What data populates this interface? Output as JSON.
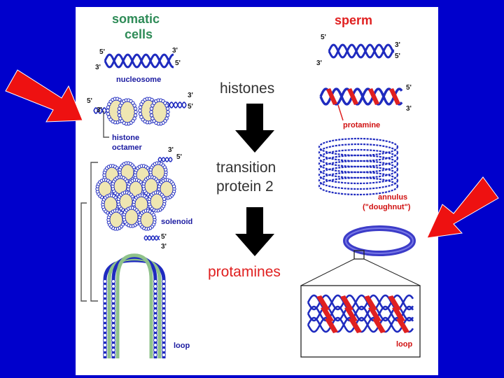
{
  "colors": {
    "background": "#0000cc",
    "panel": "#ffffff",
    "dna": "#1f2bbf",
    "protamine": "#e02020",
    "histone": "#efe6b2",
    "arrow": "#ee1111",
    "somatic_title": "#2e8b57",
    "sperm_title": "#e02020",
    "center_text": "#333333"
  },
  "somatic": {
    "title_line1": "somatic",
    "title_line2": "cells",
    "ends": {
      "five_prime": "5'",
      "three_prime": "3'"
    },
    "nucleosome": "nucleosome",
    "histone_line1": "histone",
    "histone_line2": "octamer",
    "solenoid": "solenoid",
    "loop": "loop"
  },
  "center": {
    "histones": "histones",
    "transition_line1": "transition",
    "transition_line2": "protein 2",
    "protamines": "protamines"
  },
  "sperm": {
    "title": "sperm",
    "protamine": "protamine",
    "annulus_line1": "annulus",
    "annulus_line2": "(\"doughnut\")",
    "loop": "loop"
  },
  "icons": [
    "red-pointer-arrow-left",
    "red-pointer-arrow-right",
    "black-down-arrow"
  ]
}
